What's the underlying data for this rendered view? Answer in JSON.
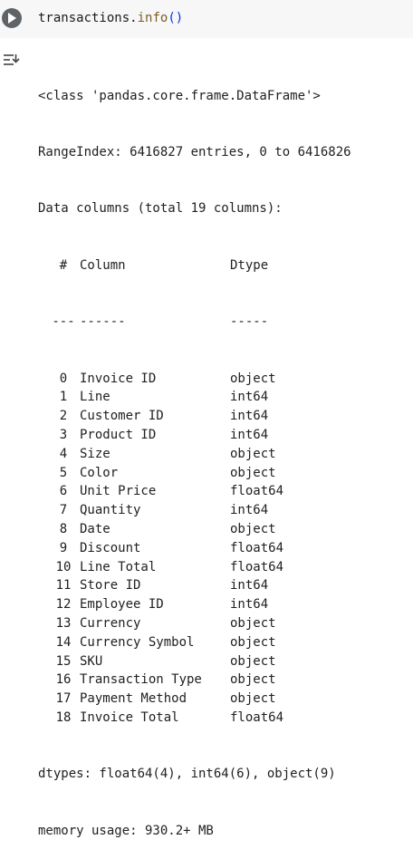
{
  "cell": {
    "code_object": "transactions",
    "code_dot": ".",
    "code_method": "info",
    "code_parens": "()"
  },
  "output": {
    "class_line": "<class 'pandas.core.frame.DataFrame'>",
    "range_index": "RangeIndex: 6416827 entries, 0 to 6416826",
    "data_columns": "Data columns (total 19 columns):",
    "header": {
      "num": "#",
      "column": "Column",
      "dtype": "Dtype"
    },
    "separator": {
      "num": "---",
      "column": "------",
      "dtype": "-----"
    },
    "columns": [
      {
        "num": "0",
        "name": "Invoice ID",
        "dtype": "object"
      },
      {
        "num": "1",
        "name": "Line",
        "dtype": "int64"
      },
      {
        "num": "2",
        "name": "Customer ID",
        "dtype": "int64"
      },
      {
        "num": "3",
        "name": "Product ID",
        "dtype": "int64"
      },
      {
        "num": "4",
        "name": "Size",
        "dtype": "object"
      },
      {
        "num": "5",
        "name": "Color",
        "dtype": "object"
      },
      {
        "num": "6",
        "name": "Unit Price",
        "dtype": "float64"
      },
      {
        "num": "7",
        "name": "Quantity",
        "dtype": "int64"
      },
      {
        "num": "8",
        "name": "Date",
        "dtype": "object"
      },
      {
        "num": "9",
        "name": "Discount",
        "dtype": "float64"
      },
      {
        "num": "10",
        "name": "Line Total",
        "dtype": "float64"
      },
      {
        "num": "11",
        "name": "Store ID",
        "dtype": "int64"
      },
      {
        "num": "12",
        "name": "Employee ID",
        "dtype": "int64"
      },
      {
        "num": "13",
        "name": "Currency",
        "dtype": "object"
      },
      {
        "num": "14",
        "name": "Currency Symbol",
        "dtype": "object"
      },
      {
        "num": "15",
        "name": "SKU",
        "dtype": "object"
      },
      {
        "num": "16",
        "name": "Transaction Type",
        "dtype": "object"
      },
      {
        "num": "17",
        "name": "Payment Method",
        "dtype": "object"
      },
      {
        "num": "18",
        "name": "Invoice Total",
        "dtype": "float64"
      }
    ],
    "dtypes_line": "dtypes: float64(4), int64(6), object(9)",
    "memory_line": "memory usage: 930.2+ MB"
  },
  "icons": {
    "run": "play-icon",
    "output": "output-toggle-icon"
  },
  "colors": {
    "cell_bg": "#f7f7f7",
    "run_button": "#5f6368",
    "method": "#795e26",
    "parens": "#0431fa"
  }
}
